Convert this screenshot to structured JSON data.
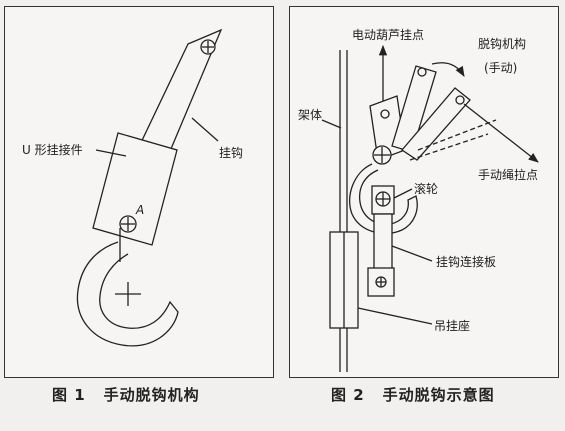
{
  "figure1": {
    "caption_num": "图 1",
    "caption_text": "手动脱钩机构",
    "labels": {
      "u_connector": "U 形挂接件",
      "hook": "挂钩",
      "point_a": "A"
    }
  },
  "figure2": {
    "caption_num": "图 2",
    "caption_text": "手动脱钩示意图",
    "labels": {
      "hoist_point": "电动葫芦挂点",
      "release_mech": "脱钩机构",
      "manual": "(手动)",
      "frame": "架体",
      "rope_point": "手动绳拉点",
      "roller": "滚轮",
      "hook_plate": "挂钩连接板",
      "hanger_base": "吊挂座"
    }
  },
  "colors": {
    "line": "#222222",
    "background": "#f6f5f3"
  }
}
